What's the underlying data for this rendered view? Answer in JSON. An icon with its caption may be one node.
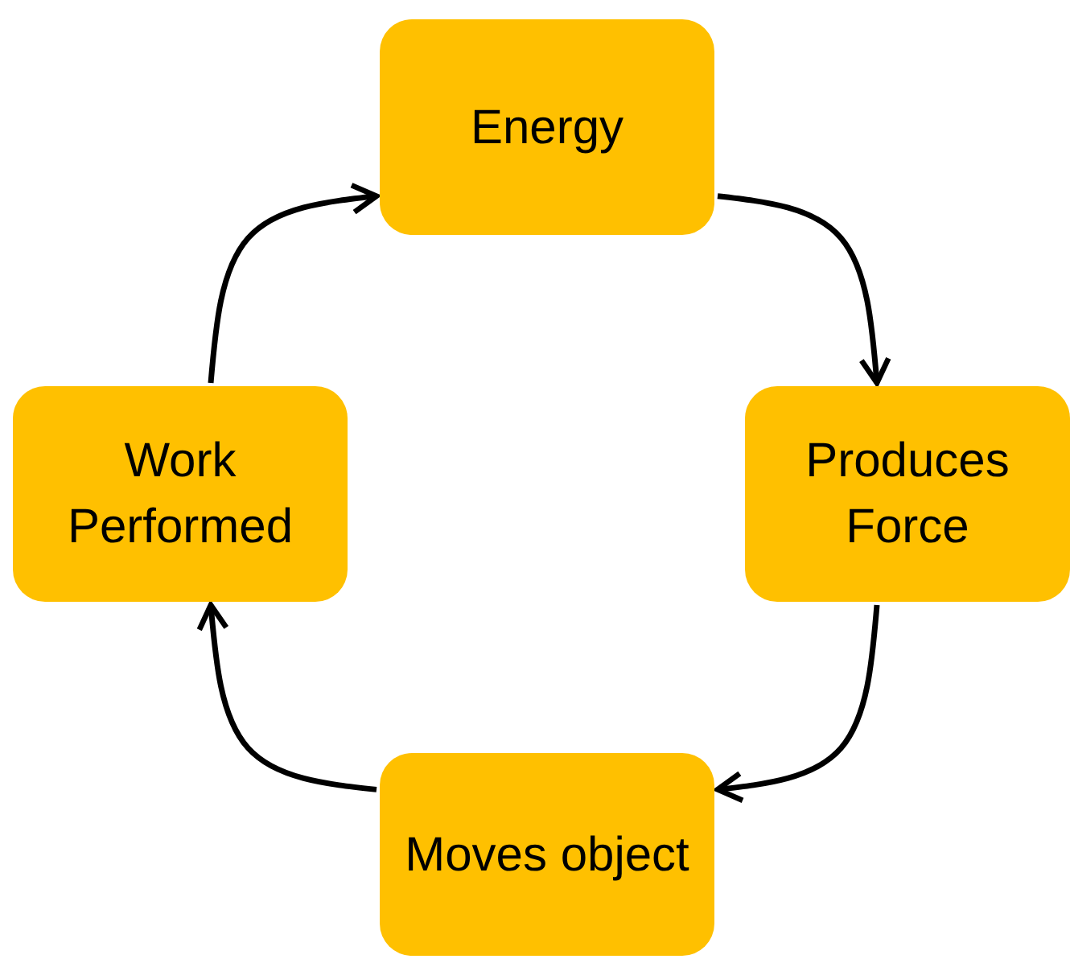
{
  "diagram": {
    "nodes": [
      {
        "text": [
          "Energy"
        ]
      },
      {
        "text": [
          "Produces Force"
        ]
      },
      {
        "text": [
          "Moves object"
        ]
      },
      {
        "text": [
          "Work Performed"
        ]
      }
    ],
    "edges": [
      {
        "from": 0,
        "to": 1,
        "arrow": "to"
      },
      {
        "from": 1,
        "to": 2,
        "arrow": "to"
      },
      {
        "from": 2,
        "to": 3,
        "arrow": "to"
      },
      {
        "from": 3,
        "to": 0,
        "arrow": "to"
      }
    ]
  }
}
